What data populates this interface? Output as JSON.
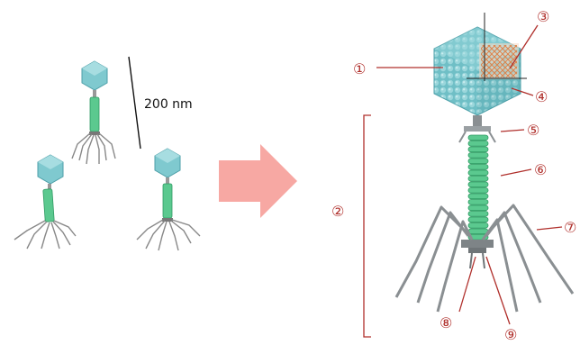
{
  "scale_bar": {
    "label": "200 nm"
  },
  "callouts": [
    "①",
    "②",
    "③",
    "④",
    "⑤",
    "⑥",
    "⑦",
    "⑧",
    "⑨"
  ],
  "colors": {
    "capsid": "#7fc9cf",
    "capsid_dark": "#4d9fa8",
    "tail": "#5bc98f",
    "tail_dark": "#2f9a63",
    "fiber": "#888888",
    "callout": "#b0302c",
    "arrow": "#f7a8a3",
    "dna": "#e07a3c"
  }
}
